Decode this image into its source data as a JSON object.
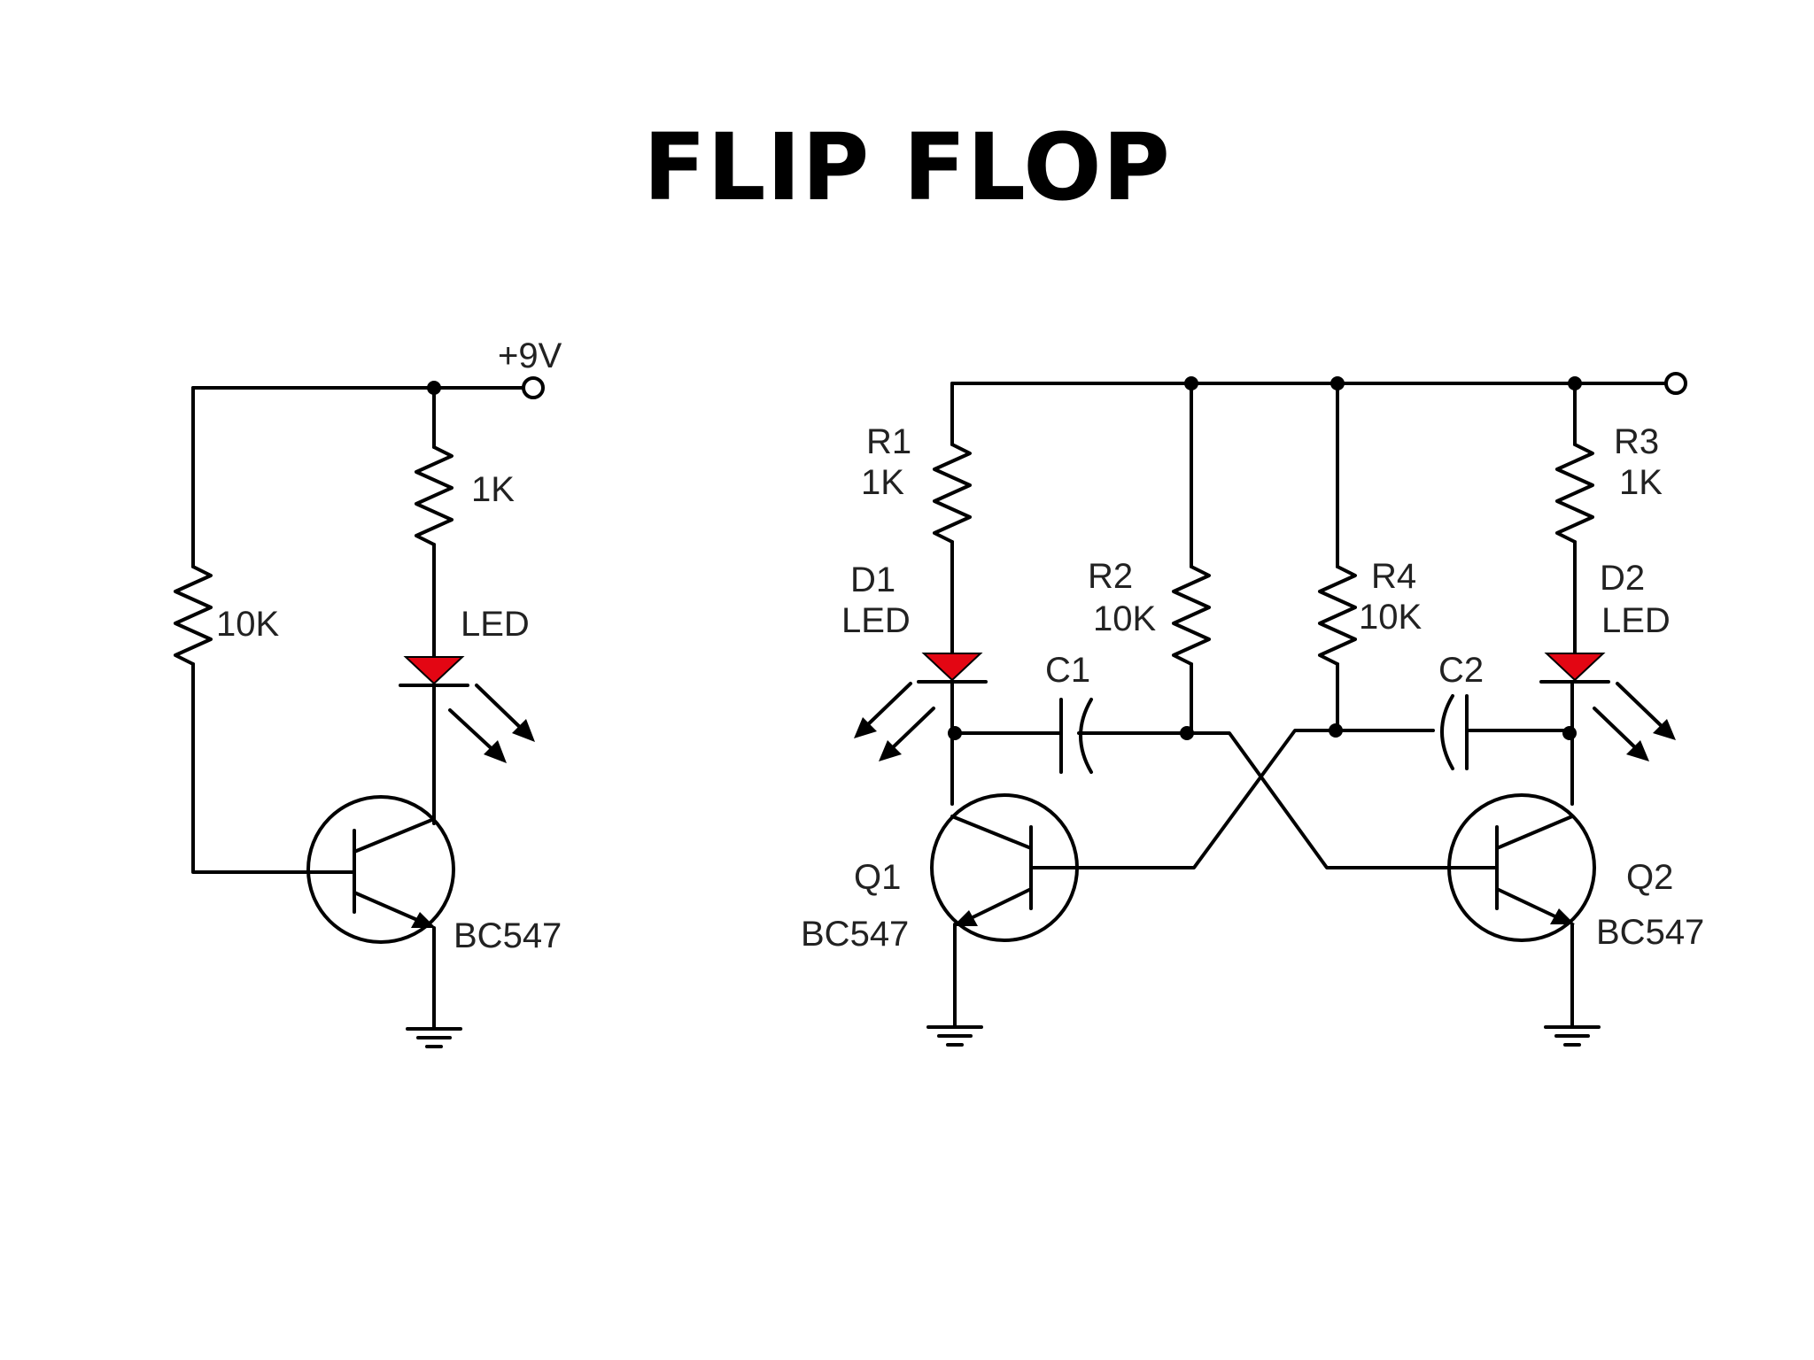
{
  "title": "FLIP FLOP",
  "colors": {
    "led": "#e30613",
    "wire": "#000000",
    "background": "#ffffff"
  },
  "simple_circuit": {
    "supply": "+9V",
    "base_resistor": "10K",
    "led_resistor": "1K",
    "led": "LED",
    "transistor": "BC547"
  },
  "flip_flop_circuit": {
    "r1": {
      "ref": "R1",
      "value": "1K"
    },
    "r2": {
      "ref": "R2",
      "value": "10K"
    },
    "r3": {
      "ref": "R3",
      "value": "1K"
    },
    "r4": {
      "ref": "R4",
      "value": "10K"
    },
    "d1": {
      "ref": "D1",
      "value": "LED"
    },
    "d2": {
      "ref": "D2",
      "value": "LED"
    },
    "c1": {
      "ref": "C1"
    },
    "c2": {
      "ref": "C2"
    },
    "q1": {
      "ref": "Q1",
      "value": "BC547"
    },
    "q2": {
      "ref": "Q2",
      "value": "BC547"
    }
  }
}
